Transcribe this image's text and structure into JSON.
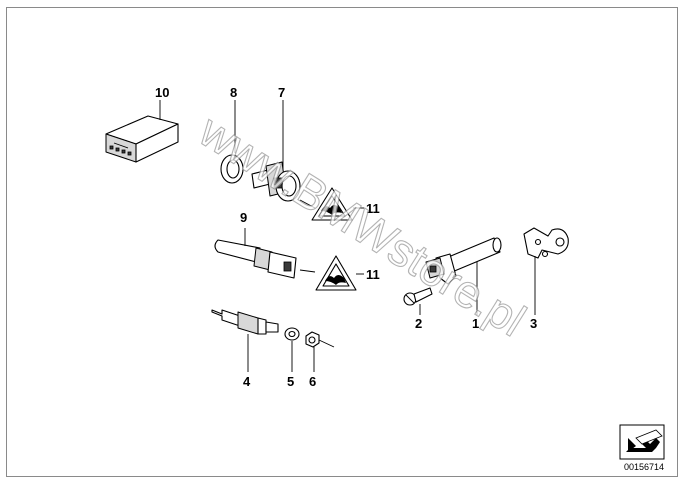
{
  "watermark": "www.BMWstore.pl",
  "document_number": "00156714",
  "callouts": {
    "c10": "10",
    "c8": "8",
    "c7": "7",
    "c11a": "11",
    "c9": "9",
    "c11b": "11",
    "c1": "1",
    "c2": "2",
    "c3": "3",
    "c4": "4",
    "c5": "5",
    "c6": "6"
  },
  "icons": {
    "warning": "warning-triangle-icon",
    "direction": "direction-arrow-icon"
  }
}
